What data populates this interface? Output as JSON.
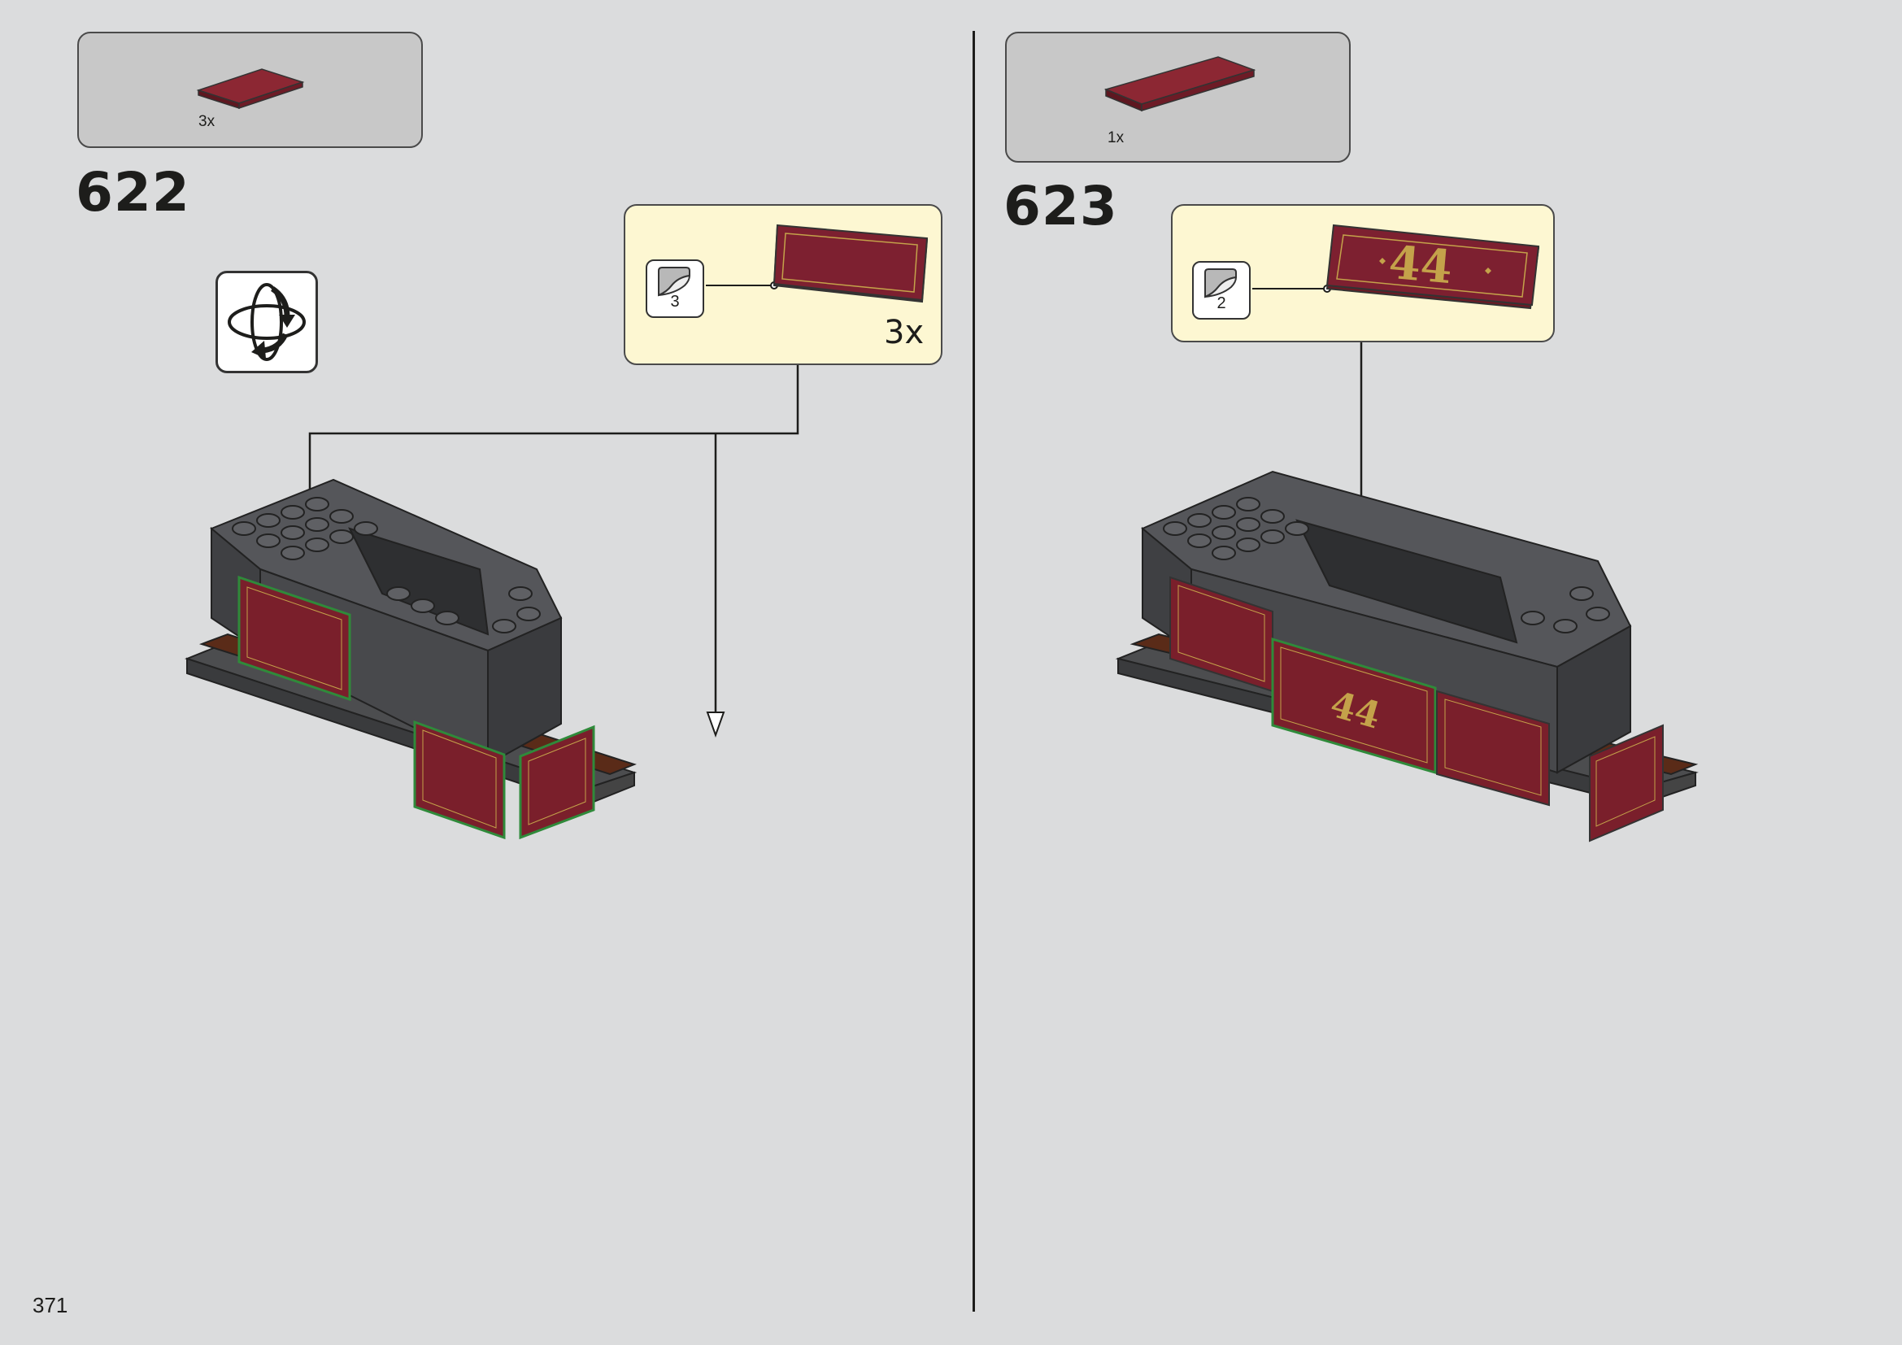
{
  "page": {
    "number": "371"
  },
  "steps": [
    {
      "number": "622",
      "parts": [
        {
          "quantity": "3x",
          "color": "#7a1f2b",
          "icon": "tile-1x2-dark-red"
        }
      ],
      "callout": {
        "sticker_number": "3",
        "quantity": "3x",
        "icon": "sticker-frame-dark-red"
      },
      "rotate_icon": "rotate-model-icon"
    },
    {
      "number": "623",
      "parts": [
        {
          "quantity": "1x",
          "color": "#7a1f2b",
          "icon": "tile-1x4-dark-red"
        }
      ],
      "callout": {
        "sticker_number": "2",
        "sticker_text": "44",
        "icon": "sticker-44"
      }
    }
  ],
  "colors": {
    "background": "#dbdcdd",
    "parts_box": "#c8c8c8",
    "callout_box": "#fdf7d2",
    "dark_red": "#7a1f2b",
    "dark_bluish_gray": "#4c4d4f",
    "reddish_brown": "#5a2b18",
    "gold": "#c4a24a",
    "highlight_green": "#2f8a3a"
  }
}
